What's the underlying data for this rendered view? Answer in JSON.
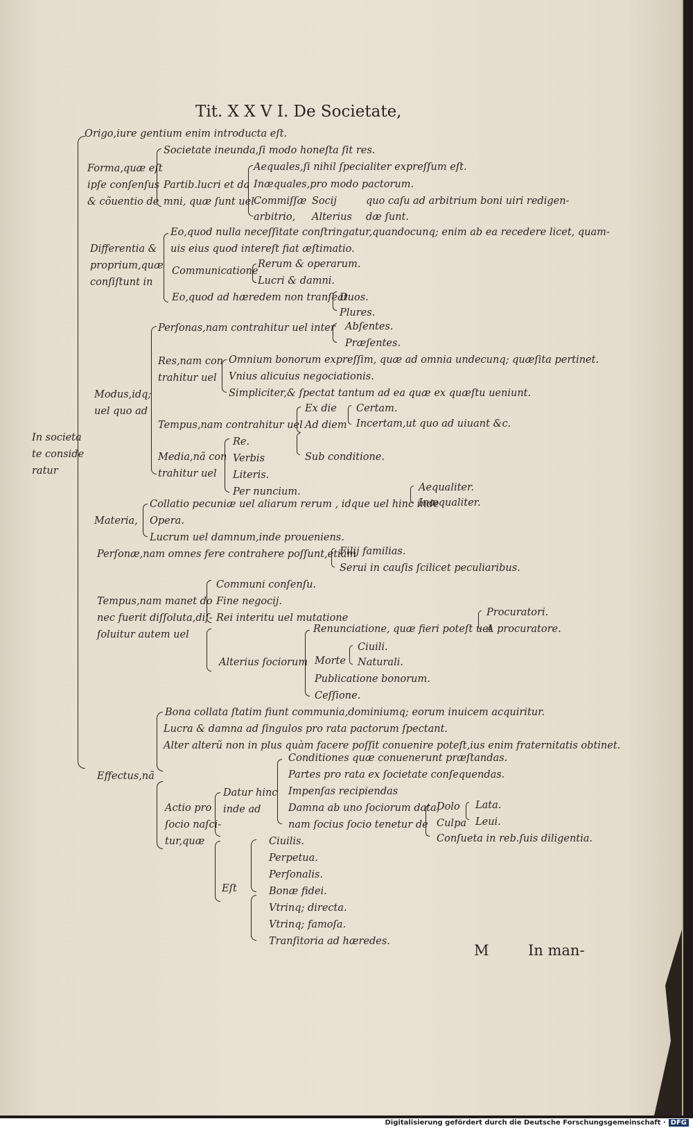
{
  "header": {
    "title": "Tit. X X V I. De Societate,",
    "page_mark": "M",
    "catchword": "In man-"
  },
  "root": [
    "In societa",
    "te conside",
    "ratur"
  ],
  "origo": "Origo,iure gentium enim introducta eſt.",
  "forma": {
    "label": [
      "Forma,quæ eſt",
      "ipſe conſenſus",
      "& cõuentio de"
    ],
    "a": "Societate ineunda,ſi modo honeſta ſit res.",
    "b": [
      "Partib.lucri et da",
      "mni, quæ ſunt uel"
    ],
    "c1": "Aequales,ſi nihil ſpecialiter expreſſum eſt.",
    "c2": "Inæquales,pro modo pactorum.",
    "c3": [
      "Commiſſæ",
      "arbitrio,"
    ],
    "d": [
      "Socij",
      "Alterius"
    ],
    "e": [
      "quo caſu ad arbitrium boni uiri redigen-",
      "dæ ſunt."
    ]
  },
  "differentia": {
    "label": [
      "Differentia &",
      "proprium,quæ",
      "conſiſtunt in"
    ],
    "a": [
      "Eo,quod nulla neceſſitate conſtringatur,quandocunq; enim ab ea recedere licet, quam-",
      "uis eius quod intereſt fiat æſtimatio."
    ],
    "b": "Communicatione",
    "b1": "Rerum & operarum.",
    "b2": "Lucri & damni.",
    "c": "Eo,quod ad hæredem non tranſeat",
    "c1": "Duos.",
    "c2": "Plures."
  },
  "modus": {
    "label": [
      "Modus,idq;",
      "uel quo ad"
    ],
    "pers": "Perſonas,nam contrahitur uel inter",
    "pers1": "Abſentes.",
    "pers2": "Præſentes.",
    "res": [
      "Res,nam con",
      "trahitur uel"
    ],
    "res1": "Omnium bonorum expreſſim, quæ ad omnia undecunq; quæſita pertinet.",
    "res2": "Vnius alicuius negociationis.",
    "res3": "Simpliciter,& ſpectat tantum ad ea quæ ex quæſtu ueniunt.",
    "temp": "Tempus,nam contrahitur uel",
    "temp1": "Ex die",
    "temp2": "Ad diem",
    "temp3": "Certam.",
    "temp4": "Incertam,ut quo ad uiuant &c.",
    "temp5": "Sub conditione.",
    "media": [
      "Media,nã con",
      "trahitur uel"
    ],
    "media1": "Re.",
    "media2": "Verbis",
    "media3": "Literis.",
    "media4": "Per nuncium."
  },
  "materia": {
    "label": "Materia,",
    "a": "Collatio pecuniæ uel aliarum rerum , idque uel hinc inde",
    "a1": "Aequaliter.",
    "a2": "Inæqualiter.",
    "b": "Opera.",
    "c": "Lucrum uel damnum,inde proueniens."
  },
  "personae": {
    "a": "Perſonæ,nam omnes fere contrahere poſſunt,etiam",
    "a1": "Filij familias.",
    "a2": "Serui in cauſis ſcilicet peculiaribus."
  },
  "tempus": {
    "label": [
      "Tempus,nam manet do",
      "nec fuerit diſſoluta,diſ-",
      "ſoluitur autem uel"
    ],
    "a": "Communi conſenſu.",
    "b": "Fine negocij.",
    "c": "Rei interitu uel mutatione",
    "d": "Alterius ſociorum",
    "d1": "Renunciatione, quæ fieri poteſt uel",
    "d1a": "Procuratori.",
    "d1b": "A procuratore.",
    "d2": "Morte",
    "d2a": "Ciuili.",
    "d2b": "Naturali.",
    "d3": "Publicatione bonorum.",
    "d4": "Ceſſione."
  },
  "effectus": {
    "label": "Effectus,nã",
    "a": "Bona collata ſtatim fiunt communia,dominiumq; eorum inuicem acquiritur.",
    "b": "Lucra & damna ad ſingulos pro rata pactorum ſpectant.",
    "c": "Alter alterũ non in plus quàm facere poſſit conuenire poteſt,ius enim fraternitatis obtinet.",
    "actio": [
      "Actio pro",
      "ſocio naſci-",
      "tur,quæ"
    ],
    "datur": [
      "Datur hinc",
      "inde ad"
    ],
    "d1": "Conditiones quæ conuenerunt præſtandas.",
    "d2": "Partes pro rata ex ſocietate conſequendas.",
    "d3": "Impenſas recipiendas",
    "d4": [
      "Damna ab uno ſociorum data,",
      "nam ſocius ſocio tenetur de"
    ],
    "dolo": "Dolo",
    "culpa": "Culpa",
    "lata": "Lata.",
    "leui": "Leui.",
    "consueta": "Conſueta in reb.ſuis diligentia.",
    "est": "Eſt",
    "e1": "Ciuilis.",
    "e2": "Perpetua.",
    "e3": "Perſonalis.",
    "e4": "Bonæ fidei.",
    "e5": "Vtrinq; directa.",
    "e6": "Vtrinq; famoſa.",
    "e7": "Tranſitoria ad hæredes."
  },
  "footer": {
    "text": "Digitalisierung gefördert durch die Deutsche Forschungsgemeinschaft ·",
    "logo": "DFG"
  }
}
